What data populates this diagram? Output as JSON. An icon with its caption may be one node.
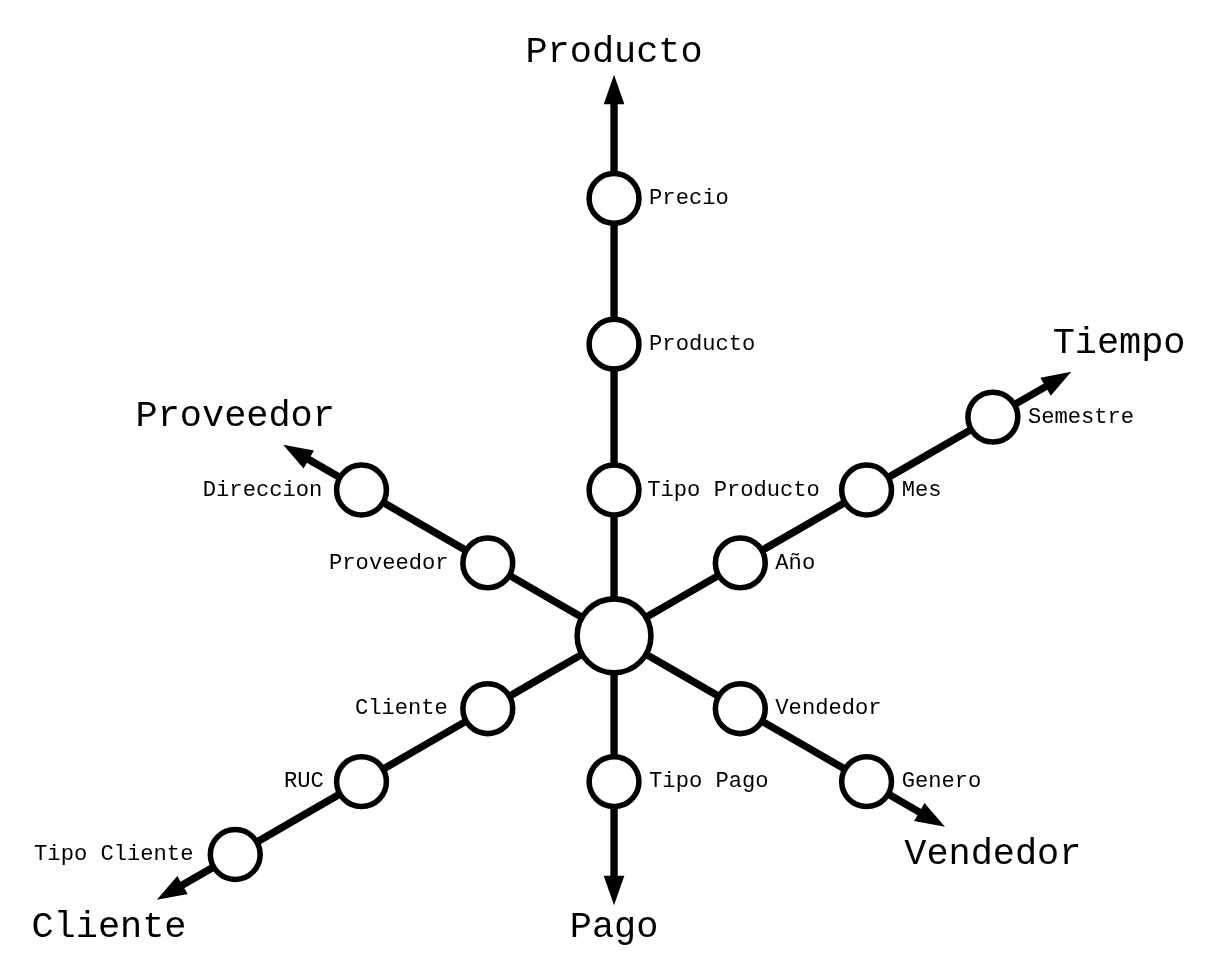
{
  "diagram": {
    "nodes": [
      {
        "text": [
          "Tiempo"
        ]
      },
      {
        "text": [
          "Producto"
        ]
      },
      {
        "text": [],
        "shape": "circle",
        "beside": [
          "Semestre"
        ]
      },
      {
        "text": [],
        "shape": "circle",
        "beside": [
          "Precio"
        ]
      },
      {
        "text": [],
        "shape": "circle",
        "beside": [
          "Mes"
        ]
      },
      {
        "text": [],
        "shape": "circle",
        "beside": [
          "Producto"
        ]
      },
      {
        "text": [],
        "shape": "circle",
        "beside": [
          "Año"
        ]
      },
      {
        "text": [],
        "shape": "circle",
        "beside": [
          "Tipo Producto"
        ]
      },
      {
        "text": [
          "Proveedor"
        ]
      },
      {
        "text": [],
        "shape": "circle",
        "beside": [
          "Direccion"
        ]
      },
      {
        "text": [],
        "shape": "circle",
        "beside": [
          "Proveedor"
        ]
      },
      {
        "text": [],
        "shape": "circle"
      },
      {
        "text": [],
        "shape": "circle",
        "beside": [
          "Cliente"
        ]
      },
      {
        "text": [],
        "shape": "circle",
        "beside": [
          "RUC"
        ]
      },
      {
        "text": [],
        "shape": "circle",
        "beside": [
          "Tipo Cliente"
        ]
      },
      {
        "text": [
          "Cliente"
        ]
      },
      {
        "text": [],
        "shape": "circle",
        "beside": [
          "Tipo Pago"
        ]
      },
      {
        "text": [],
        "shape": "circle",
        "beside": [
          "Vendedor"
        ]
      },
      {
        "text": [],
        "shape": "circle",
        "beside": [
          "Genero"
        ]
      },
      {
        "text": [
          "Pago"
        ]
      },
      {
        "text": [
          "Vendedor"
        ]
      }
    ],
    "edges": [
      {
        "from": 11,
        "to": 6,
        "arrow": "none"
      },
      {
        "from": 6,
        "to": 4,
        "arrow": "none"
      },
      {
        "from": 4,
        "to": 2,
        "arrow": "none"
      },
      {
        "from": 2,
        "to": 0,
        "arrow": "to"
      },
      {
        "from": 11,
        "to": 7,
        "arrow": "none"
      },
      {
        "from": 7,
        "to": 5,
        "arrow": "none"
      },
      {
        "from": 5,
        "to": 3,
        "arrow": "none"
      },
      {
        "from": 3,
        "to": 1,
        "arrow": "to"
      },
      {
        "from": 11,
        "to": 10,
        "arrow": "none"
      },
      {
        "from": 10,
        "to": 9,
        "arrow": "none"
      },
      {
        "from": 9,
        "to": 8,
        "arrow": "to"
      },
      {
        "from": 11,
        "to": 12,
        "arrow": "none"
      },
      {
        "from": 12,
        "to": 13,
        "arrow": "none"
      },
      {
        "from": 13,
        "to": 14,
        "arrow": "none"
      },
      {
        "from": 14,
        "to": 15,
        "arrow": "to"
      },
      {
        "from": 11,
        "to": 16,
        "arrow": "none"
      },
      {
        "from": 16,
        "to": 19,
        "arrow": "to"
      },
      {
        "from": 11,
        "to": 17,
        "arrow": "none"
      },
      {
        "from": 17,
        "to": 18,
        "arrow": "none"
      },
      {
        "from": 18,
        "to": 20,
        "arrow": "to"
      }
    ]
  }
}
